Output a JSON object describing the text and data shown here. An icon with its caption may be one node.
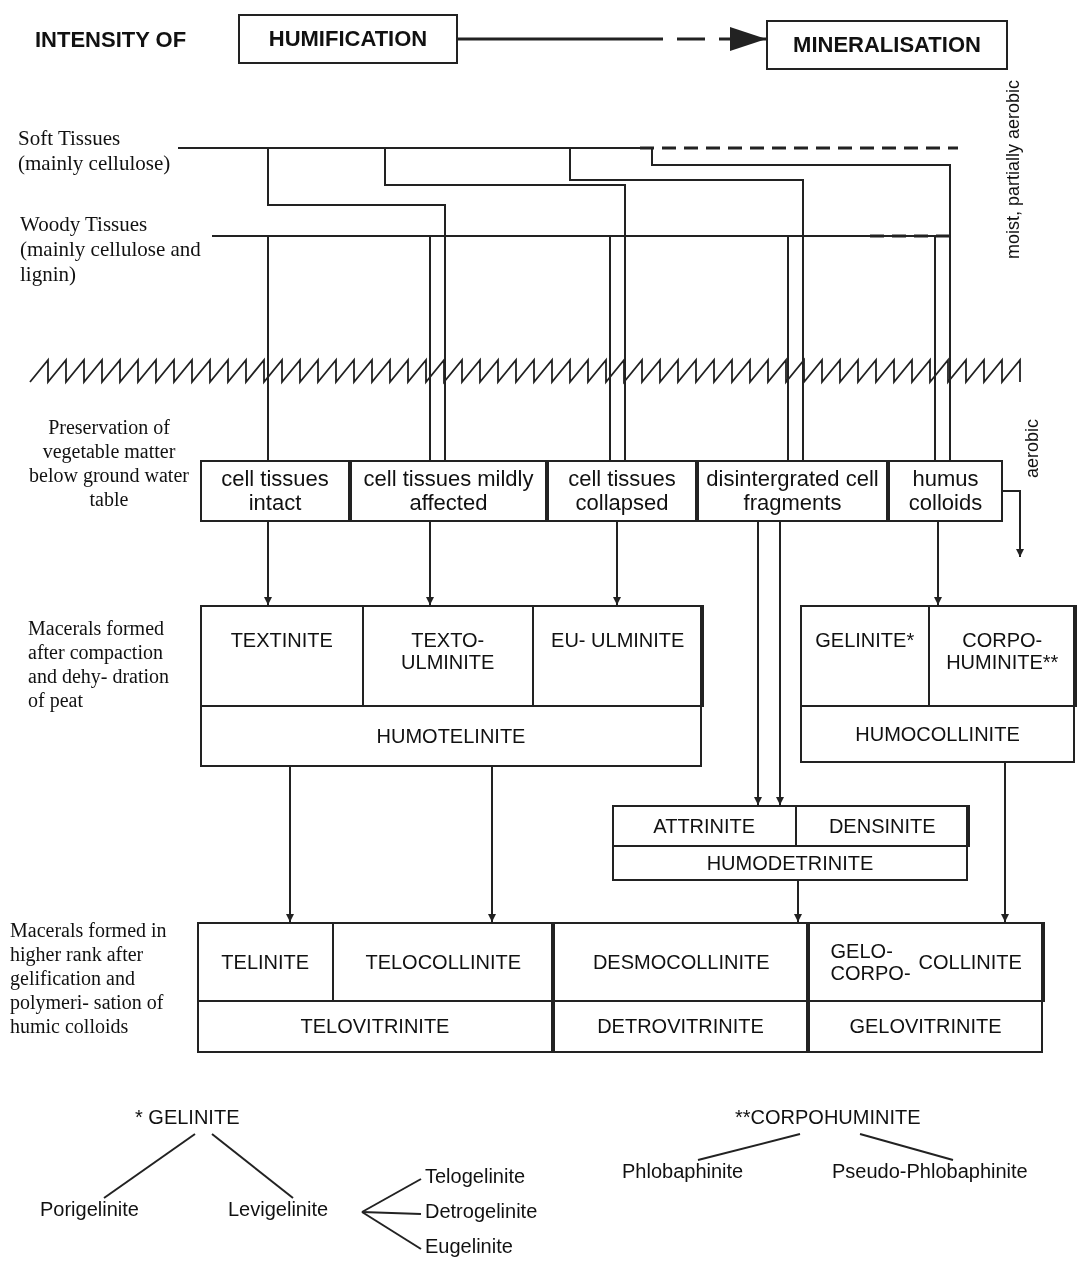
{
  "diagram": {
    "nodes": [
      {
        "text": [
          "HUMIFICATION"
        ]
      },
      {
        "text": [
          "MINERALISATION"
        ]
      },
      {
        "text": [
          "Soft Tissues (mainly cellulose)"
        ]
      },
      {
        "text": [
          "Woody Tissues (mainly cellulose and lignin)"
        ]
      },
      {
        "text": [
          "cell tissues intact"
        ]
      },
      {
        "text": [
          "cell tissues mildly affected"
        ]
      },
      {
        "text": [
          "cell tissues collapsed"
        ]
      },
      {
        "text": [
          "disintergrated cell fragments"
        ]
      },
      {
        "text": [
          "humus colloids"
        ]
      },
      {
        "text": [
          "HUMOTELINITE"
        ]
      },
      {
        "text": [
          "TEXTINITE"
        ],
        "in": 9
      },
      {
        "text": [
          "TEXTO- ULMINITE"
        ],
        "in": 9
      },
      {
        "text": [
          "EU- ULMINITE"
        ],
        "in": 9
      },
      {
        "text": [
          "HUMOCOLLINITE"
        ]
      },
      {
        "text": [
          "GELINITE*"
        ],
        "in": 13
      },
      {
        "text": [
          "CORPO- HUMINITE**"
        ],
        "in": 13
      },
      {
        "text": [
          "HUMODETRINITE"
        ]
      },
      {
        "text": [
          "ATTRINITE"
        ],
        "in": 16
      },
      {
        "text": [
          "DENSINITE"
        ],
        "in": 16
      },
      {
        "text": [
          "TELOVITRINITE"
        ]
      },
      {
        "text": [
          "TELINITE"
        ],
        "in": 19
      },
      {
        "text": [
          "TELOCOLLINITE"
        ],
        "in": 19
      },
      {
        "text": [
          "DETROVITRINITE"
        ]
      },
      {
        "text": [
          "DESMOCOLLINITE"
        ],
        "in": 22
      },
      {
        "text": [
          "GELOVITRINITE"
        ]
      },
      {
        "text": [
          "GELO- CORPO-",
          "COLLINITE"
        ],
        "in": 24
      },
      {
        "text": [
          "* GELINITE"
        ]
      },
      {
        "text": [
          "Porigelinite"
        ]
      },
      {
        "text": [
          "Levigelinite"
        ]
      },
      {
        "text": [
          "Telogelinite"
        ]
      },
      {
        "text": [
          "Detrogelinite"
        ]
      },
      {
        "text": [
          "Eugelinite"
        ]
      },
      {
        "text": [
          "**CORPOHUMINITE"
        ]
      },
      {
        "text": [
          "Phlobaphinite"
        ]
      },
      {
        "text": [
          "Pseudo-Phlobaphinite"
        ]
      }
    ],
    "edges": [
      {
        "from": 0,
        "to": 1,
        "arrow": "to",
        "style": "dashed"
      },
      {
        "from": 2,
        "to": 5,
        "arrow": "none"
      },
      {
        "from": 2,
        "to": 6,
        "arrow": "none"
      },
      {
        "from": 2,
        "to": 7,
        "arrow": "none"
      },
      {
        "from": 2,
        "to": 8,
        "arrow": "none"
      },
      {
        "from": 3,
        "to": 4,
        "arrow": "none"
      },
      {
        "from": 3,
        "to": 5,
        "arrow": "none"
      },
      {
        "from": 3,
        "to": 6,
        "arrow": "none"
      },
      {
        "from": 3,
        "to": 7,
        "arrow": "none"
      },
      {
        "from": 3,
        "to": 8,
        "arrow": "none"
      },
      {
        "from": 8,
        "to": null,
        "arrow": "to",
        "label": "aerobic"
      },
      {
        "from": 4,
        "to": 10,
        "arrow": "to"
      },
      {
        "from": 5,
        "to": 11,
        "arrow": "to"
      },
      {
        "from": 6,
        "to": 12,
        "arrow": "to"
      },
      {
        "from": 7,
        "to": 17,
        "arrow": "to"
      },
      {
        "from": 7,
        "to": 17,
        "arrow": "to"
      },
      {
        "from": 8,
        "to": 13,
        "arrow": "to"
      },
      {
        "from": 9,
        "to": 20,
        "arrow": "to"
      },
      {
        "from": 9,
        "to": 21,
        "arrow": "to"
      },
      {
        "from": 16,
        "to": 23,
        "arrow": "to"
      },
      {
        "from": 13,
        "to": 25,
        "arrow": "to"
      },
      {
        "from": 26,
        "to": 27,
        "arrow": "none"
      },
      {
        "from": 26,
        "to": 28,
        "arrow": "none"
      },
      {
        "from": 28,
        "to": 29,
        "arrow": "none"
      },
      {
        "from": 28,
        "to": 30,
        "arrow": "none"
      },
      {
        "from": 28,
        "to": 31,
        "arrow": "none"
      },
      {
        "from": 32,
        "to": 33,
        "arrow": "none"
      },
      {
        "from": 32,
        "to": 34,
        "arrow": "none"
      }
    ],
    "labels": [
      "INTENSITY OF",
      "moist, partially aerobic",
      "Preservation of vegetable matter below ground water table",
      "Macerals formed after compaction and dehy- dration of peat",
      "Macerals formed in higher rank after gelification and polymeri- sation of humic colloids"
    ]
  }
}
